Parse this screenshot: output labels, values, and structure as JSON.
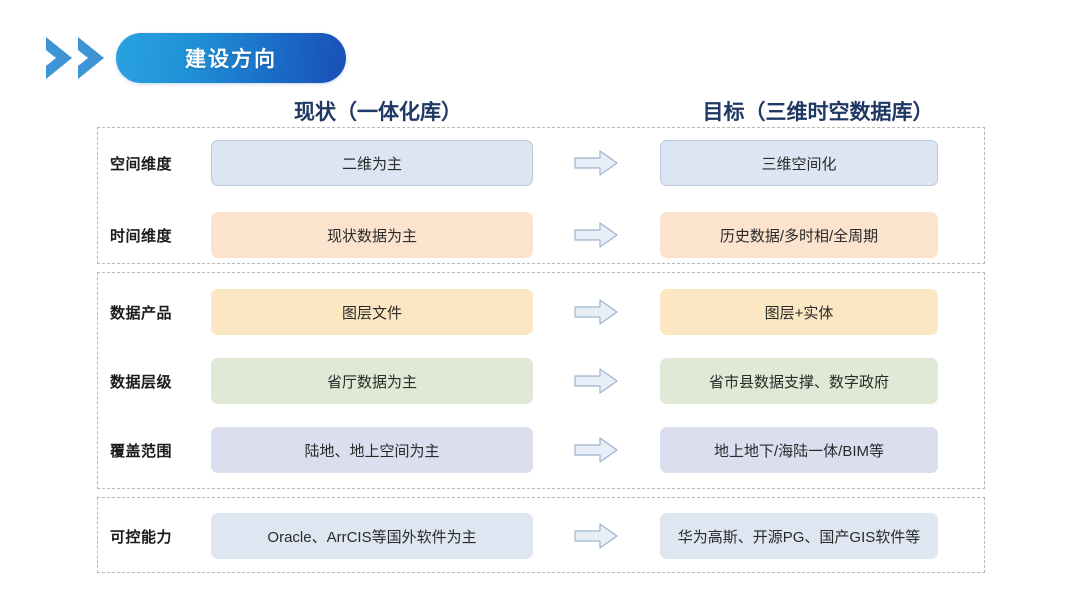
{
  "header": {
    "chevron_icon": "double-chevron-right-icon",
    "pill_label": "建设方向"
  },
  "columns": {
    "left_title": "现状（一体化库）",
    "right_title": "目标（三维时空数据库）"
  },
  "arrow_icon": "block-arrow-right-icon",
  "colors": {
    "brand_blue": "#1a66c4",
    "brand_cyan": "#2aa3e0",
    "chevron": "#3e95d6",
    "title_navy": "#1f3864",
    "box_blue": "#dce5f2",
    "box_peach": "#fbe3cd",
    "box_yellow": "#fbe7c2",
    "box_green": "#dfe9d5",
    "box_lavender": "#dadeef",
    "box_steel": "#dee6f1",
    "dashed_border": "#b8b8b8"
  },
  "groups": [
    {
      "id": "group-1",
      "rows": [
        {
          "label": "空间维度",
          "from": "二维为主",
          "to": "三维空间化",
          "from_color": "c-blue",
          "to_color": "c-blue"
        },
        {
          "label": "时间维度",
          "from": "现状数据为主",
          "to": "历史数据/多时相/全周期",
          "from_color": "c-peach",
          "to_color": "c-peach"
        }
      ]
    },
    {
      "id": "group-2",
      "rows": [
        {
          "label": "数据产品",
          "from": "图层文件",
          "to": "图层+实体",
          "from_color": "c-yellow",
          "to_color": "c-yellow"
        },
        {
          "label": "数据层级",
          "from": "省厅数据为主",
          "to": "省市县数据支撑、数字政府",
          "from_color": "c-green",
          "to_color": "c-green"
        },
        {
          "label": "覆盖范围",
          "from": "陆地、地上空间为主",
          "to": "地上地下/海陆一体/BIM等",
          "from_color": "c-lav",
          "to_color": "c-lav"
        }
      ]
    },
    {
      "id": "group-3",
      "rows": [
        {
          "label": "可控能力",
          "from": "Oracle、ArrCIS等国外软件为主",
          "to": "华为高斯、开源PG、国产GIS软件等",
          "from_color": "c-steel",
          "to_color": "c-steel"
        }
      ]
    }
  ]
}
